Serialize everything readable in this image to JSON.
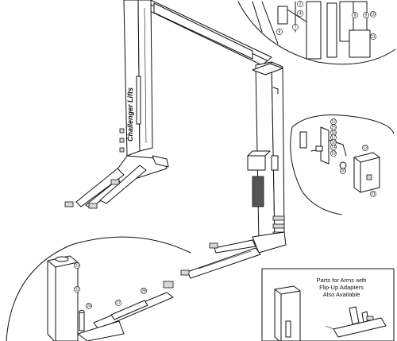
{
  "brand": "Challenger Lifts",
  "inset_note": [
    "Parts for Arms with",
    "Flip-Up Adapters",
    "Also Available"
  ],
  "callouts": {
    "top_detail": [
      "2",
      "4",
      "6",
      "7",
      "8",
      "9",
      "10",
      "11"
    ],
    "right_detail": [
      "12",
      "13",
      "14",
      "15",
      "16",
      "17",
      "18",
      "19",
      "20",
      "21"
    ],
    "bottom_detail": [
      "22",
      "23",
      "24",
      "27",
      "28"
    ]
  }
}
